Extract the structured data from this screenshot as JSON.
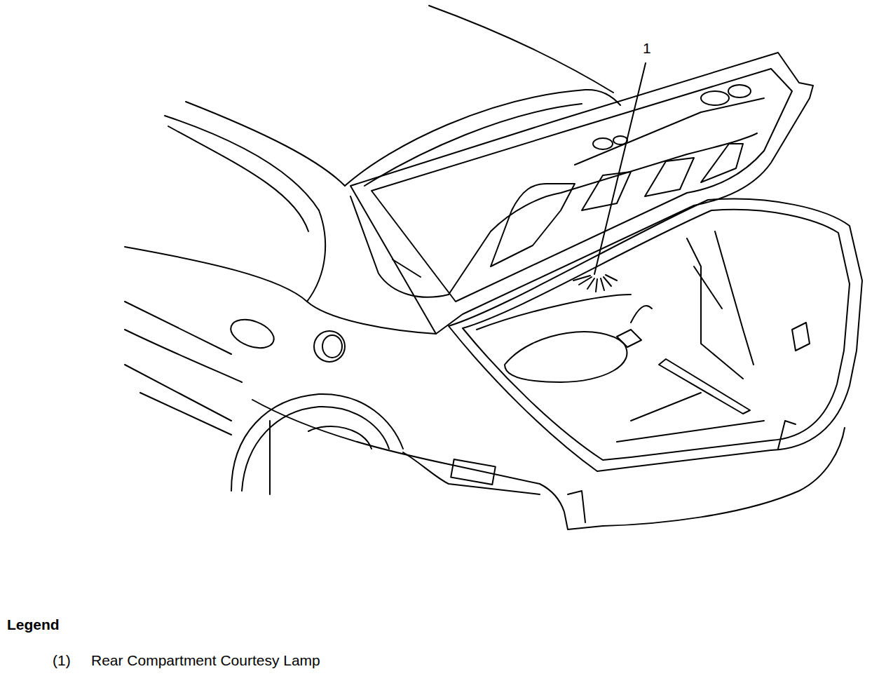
{
  "diagram": {
    "labels": [
      "1",
      "Legend",
      "(1)",
      "Rear Compartment Courtesy Lamp"
    ]
  }
}
